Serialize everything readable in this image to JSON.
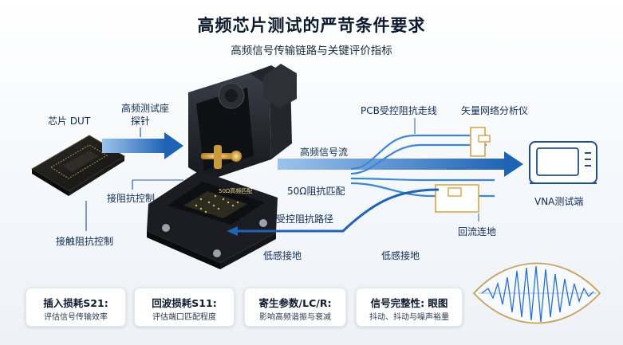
{
  "title": "高频芯片测试的严苛条件要求",
  "subtitle": "高频信号传输链路与关键评价指标",
  "labels": {
    "dut": "芯片 DUT",
    "socket": "高频测试座\n探针",
    "socket_line1": "高频测试座",
    "socket_line2": "探针",
    "contact_impedance": "接触阻抗控制",
    "contact_impedance2": "接阻抗控制",
    "pcb_trace": "PCB受控阻抗走线",
    "vna": "矢量网络分析仪",
    "vna_port": "VNA测试端",
    "signal_flow": "高频信号流",
    "impedance_match": "50Ω阻抗匹配",
    "return_path": "受控阻抗路径",
    "low_inductance_ground_1": "低感接地",
    "low_inductance_ground_2": "低感接地",
    "return_ground": "回流连地",
    "socket_marking": "50Ω高频匹配"
  },
  "cards": [
    {
      "heading": "插入损耗S21:",
      "desc": "评估信号传输效率"
    },
    {
      "heading": "回波损耗S11:",
      "desc": "评估端口匹配程度"
    },
    {
      "heading": "寄生参数/LC/R:",
      "desc": "影响高频谐振与衰减"
    },
    {
      "heading": "信号完整性: 眼图",
      "desc": "抖动、抖动与噪声裕量"
    }
  ],
  "colors": {
    "flow_blue": "#1f63b5",
    "trace_blue": "#3d86d6",
    "gold": "#d8a441",
    "socket_black": "#1b1d22"
  }
}
